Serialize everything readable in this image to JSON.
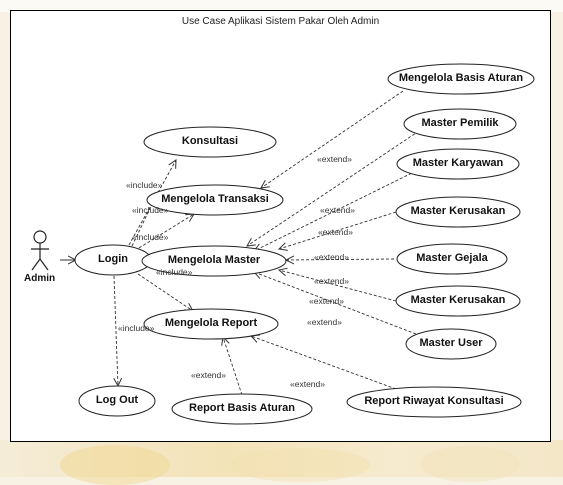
{
  "diagram": {
    "title": "Use Case Aplikasi Sistem Pakar Oleh Admin",
    "actor": "Admin",
    "use_cases": {
      "login": "Login",
      "konsultasi": "Konsultasi",
      "transaksi": "Mengelola Transaksi",
      "master": "Mengelola Master",
      "report": "Mengelola Report",
      "logout": "Log Out",
      "basis_aturan": "Mengelola Basis Aturan",
      "pemilik": "Master Pemilik",
      "karyawan": "Master Karyawan",
      "kerusakan1": "Master Kerusakan",
      "gejala": "Master Gejala",
      "kerusakan2": "Master Kerusakan",
      "user": "Master User",
      "report_basis": "Report Basis Aturan",
      "report_riwayat": "Report Riwayat Konsultasi"
    },
    "labels": {
      "include": "«include»",
      "extend": "«extend»"
    }
  }
}
